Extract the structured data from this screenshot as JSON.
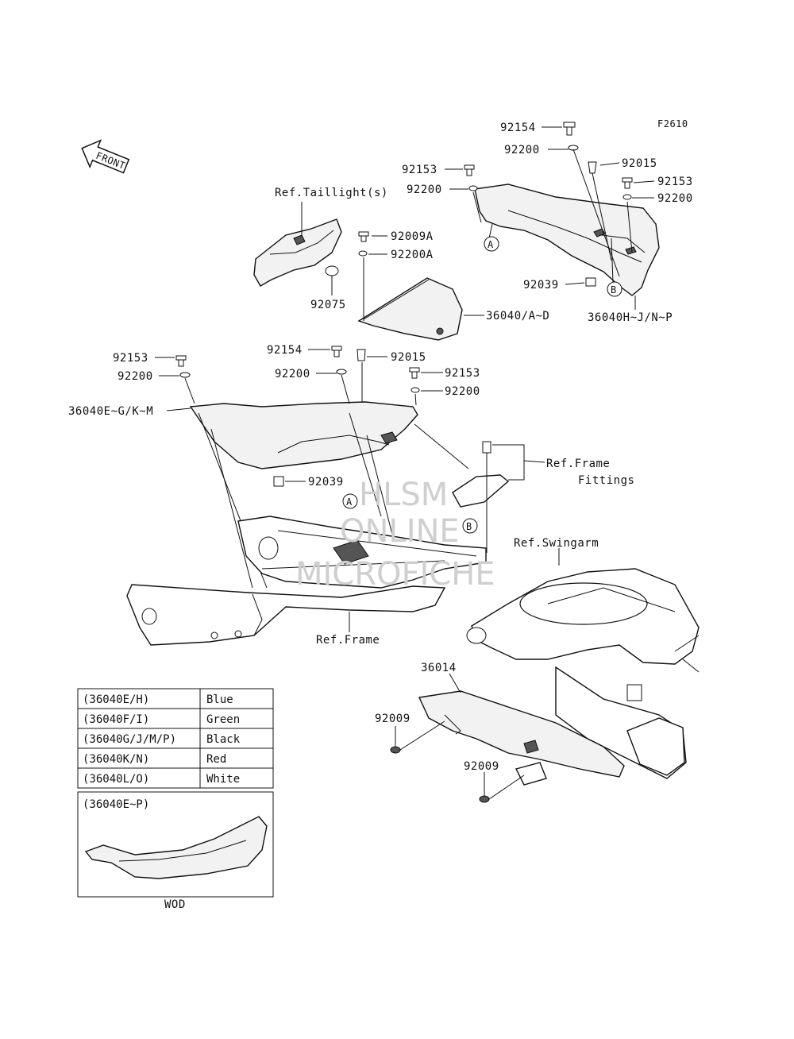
{
  "figure_code": "F2610",
  "front_arrow_label": "FRONT",
  "labels": {
    "p92154_top": "92154",
    "p92200_top": "92200",
    "p92015_top": "92015",
    "p92153_tr": "92153",
    "p92200_tr": "92200",
    "p92153_tm": "92153",
    "p92200_tm": "92200",
    "ref_taillight": "Ref.Taillight(s)",
    "p92009A": "92009A",
    "p92200A": "92200A",
    "p92075": "92075",
    "p36040AD": "36040/A~D",
    "p92039_top": "92039",
    "p36040HJNP": "36040H~J/N~P",
    "p92153_l": "92153",
    "p92200_l": "92200",
    "p92154_m": "92154",
    "p92200_m": "92200",
    "p92015_m": "92015",
    "p92153_m2": "92153",
    "p92200_m2": "92200",
    "p36040EGKM": "36040E~G/K~M",
    "p92039_m": "92039",
    "ref_frame_fittings_1": "Ref.Frame",
    "ref_frame_fittings_2": "Fittings",
    "ref_swingarm": "Ref.Swingarm",
    "ref_frame": "Ref.Frame",
    "p36014": "36014",
    "p92009_a": "92009",
    "p92009_b": "92009",
    "marker_a": "A",
    "marker_b": "B",
    "inset_label": "(36040E~P)",
    "inset_caption": "WOD"
  },
  "watermark": [
    "HLSM",
    "ONLINE",
    "MICROFICHE"
  ],
  "color_table": [
    {
      "code": "(36040E/H)",
      "color": "Blue"
    },
    {
      "code": "(36040F/I)",
      "color": "Green"
    },
    {
      "code": "(36040G/J/M/P)",
      "color": "Black"
    },
    {
      "code": "(36040K/N)",
      "color": "Red"
    },
    {
      "code": "(36040L/O)",
      "color": "White"
    }
  ]
}
